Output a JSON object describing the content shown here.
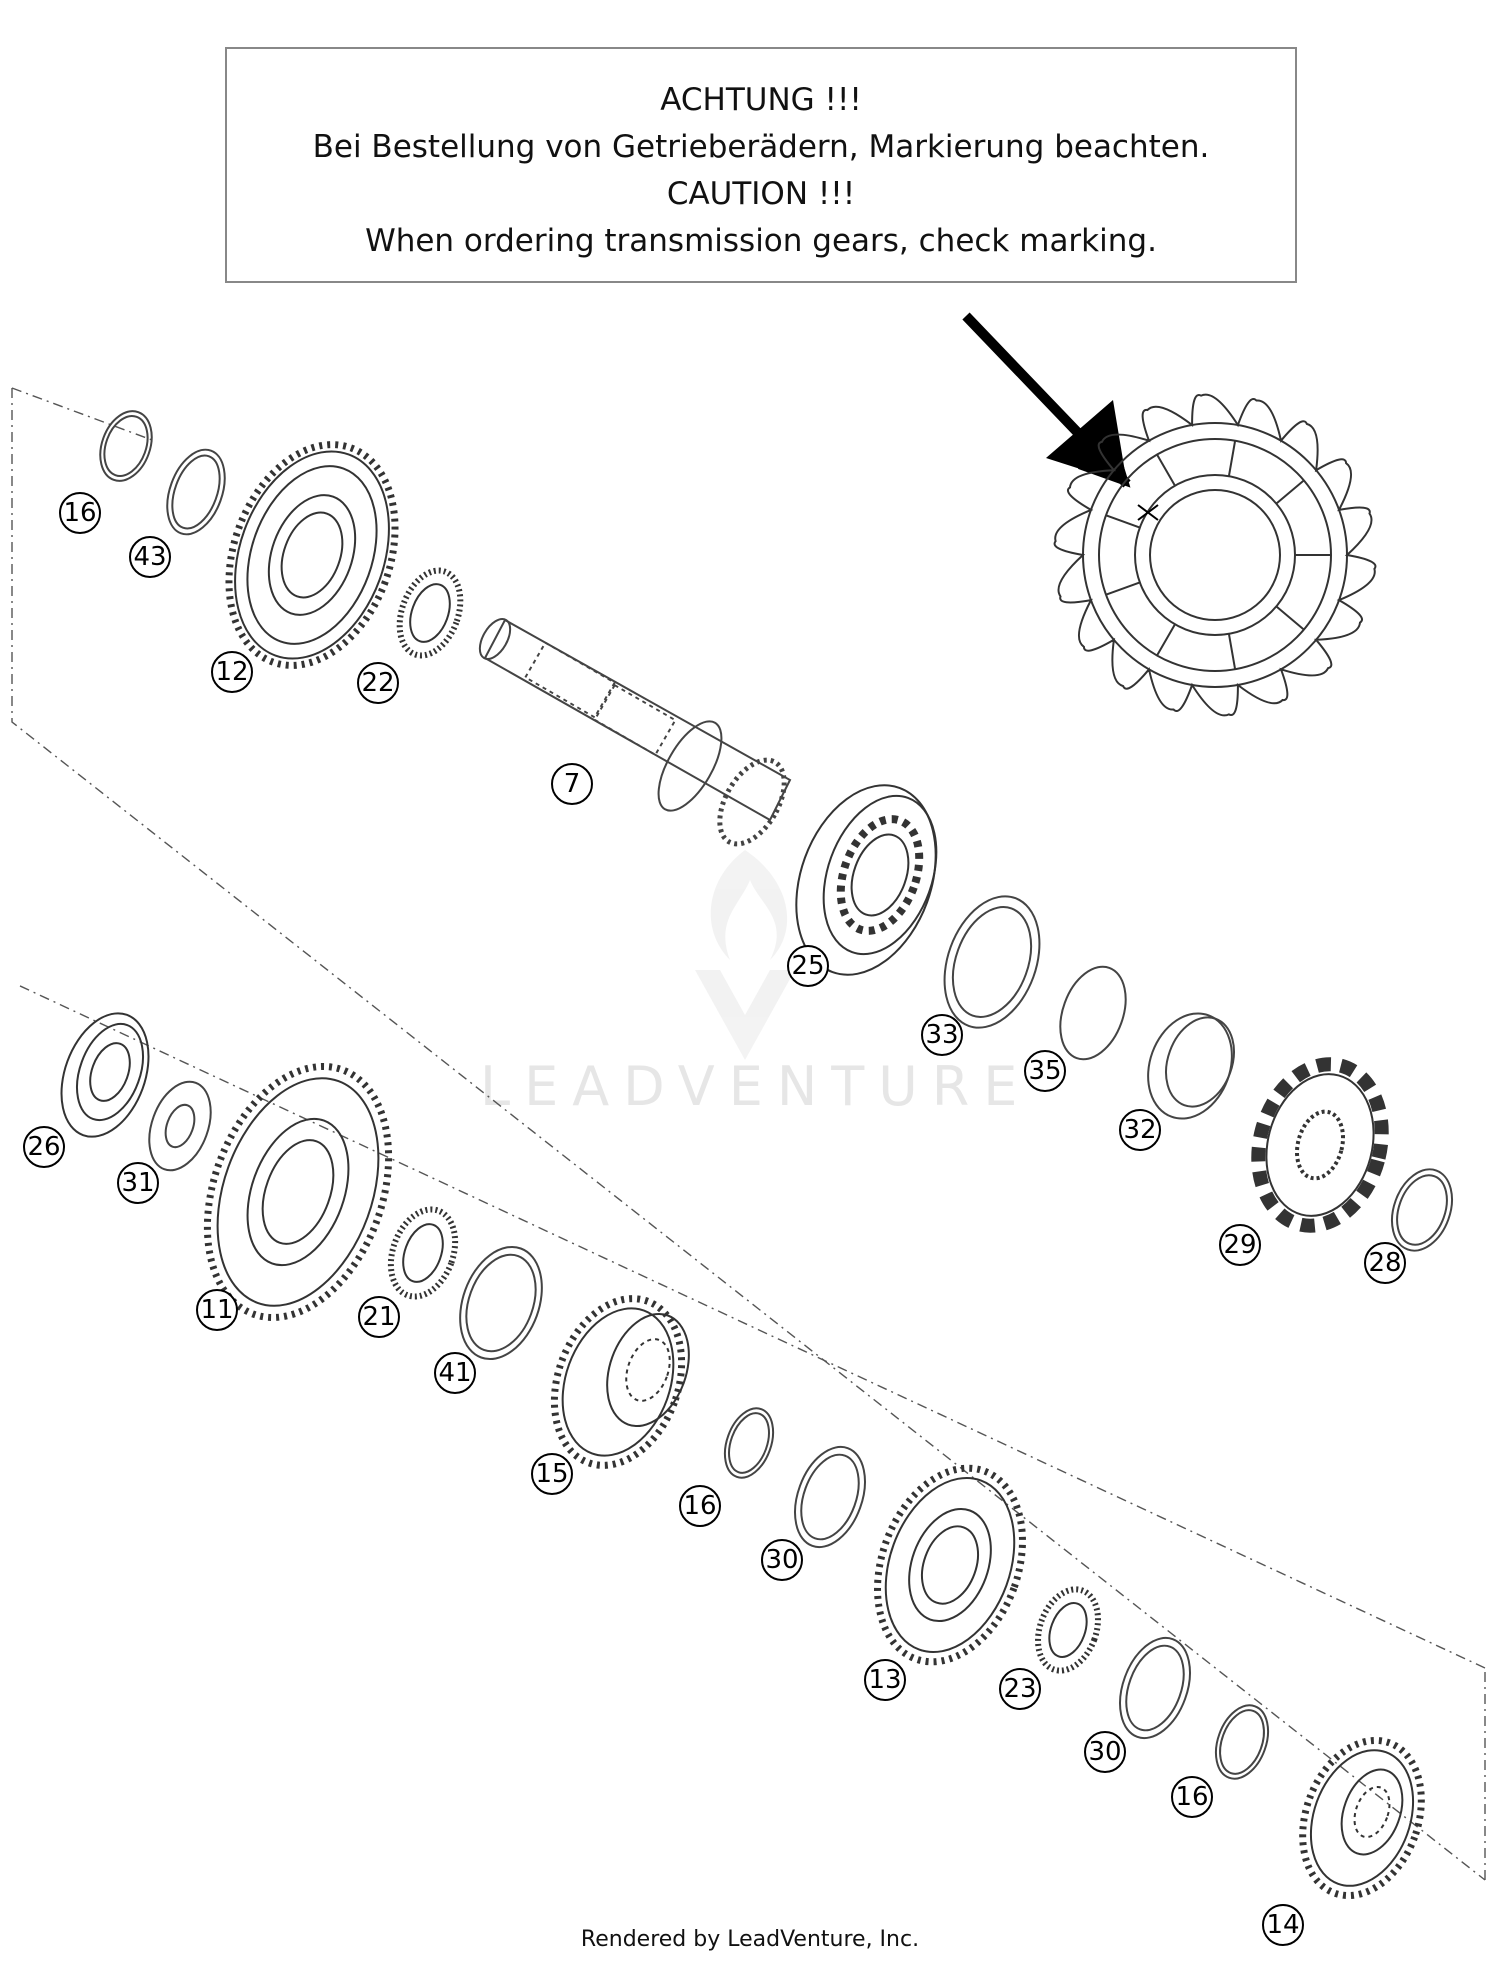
{
  "notice": {
    "line1": "ACHTUNG !!!",
    "line2": "Bei Bestellung von Getrieberädern, Markierung beachten.",
    "line3": "CAUTION !!!",
    "line4": "When ordering transmission gears, check marking."
  },
  "watermark": {
    "text": "LEADVENTURE"
  },
  "callouts": [
    {
      "id": "c16a",
      "label": "16"
    },
    {
      "id": "c43",
      "label": "43"
    },
    {
      "id": "c12",
      "label": "12"
    },
    {
      "id": "c22",
      "label": "22"
    },
    {
      "id": "c7",
      "label": "7"
    },
    {
      "id": "c25",
      "label": "25"
    },
    {
      "id": "c33",
      "label": "33"
    },
    {
      "id": "c35",
      "label": "35"
    },
    {
      "id": "c32",
      "label": "32"
    },
    {
      "id": "c29",
      "label": "29"
    },
    {
      "id": "c28",
      "label": "28"
    },
    {
      "id": "c26",
      "label": "26"
    },
    {
      "id": "c31",
      "label": "31"
    },
    {
      "id": "c11",
      "label": "11"
    },
    {
      "id": "c21",
      "label": "21"
    },
    {
      "id": "c41",
      "label": "41"
    },
    {
      "id": "c15",
      "label": "15"
    },
    {
      "id": "c16b",
      "label": "16"
    },
    {
      "id": "c30a",
      "label": "30"
    },
    {
      "id": "c13",
      "label": "13"
    },
    {
      "id": "c23",
      "label": "23"
    },
    {
      "id": "c30b",
      "label": "30"
    },
    {
      "id": "c16c",
      "label": "16"
    },
    {
      "id": "c14",
      "label": "14"
    }
  ],
  "footer": {
    "text": "Rendered by LeadVenture, Inc."
  }
}
